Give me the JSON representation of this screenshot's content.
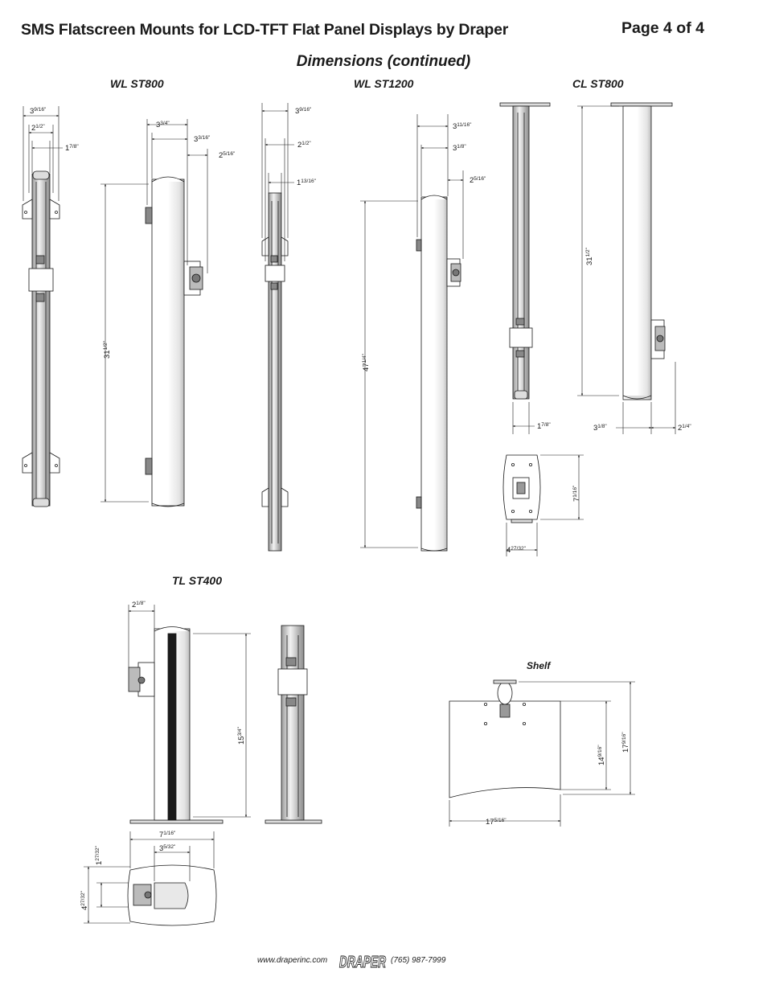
{
  "header": {
    "title": "SMS Flatscreen Mounts for LCD-TFT Flat Panel Displays by Draper",
    "page": "Page 4 of 4",
    "subtitle": "Dimensions (continued)"
  },
  "models": {
    "wl_st800": "WL ST800",
    "wl_st1200": "WL ST1200",
    "cl_st800": "CL ST800",
    "tl_st400": "TL ST400",
    "shelf": "Shelf"
  },
  "dimensions": {
    "wl800_a": {
      "w": "3",
      "f": "9/16\""
    },
    "wl800_b": {
      "w": "2",
      "f": "1/2\""
    },
    "wl800_c": {
      "w": "1",
      "f": "7/8\""
    },
    "wl800_d": {
      "w": "3",
      "f": "3/4\""
    },
    "wl800_e": {
      "w": "3",
      "f": "3/16\""
    },
    "wl800_f": {
      "w": "2",
      "f": "5/16\""
    },
    "wl800_h": {
      "w": "31",
      "f": "1/2\""
    },
    "wl1200_a": {
      "w": "3",
      "f": "9/16\""
    },
    "wl1200_b": {
      "w": "2",
      "f": "1/2\""
    },
    "wl1200_c": {
      "w": "1",
      "f": "13/16\""
    },
    "wl1200_d": {
      "w": "3",
      "f": "11/16\""
    },
    "wl1200_e": {
      "w": "3",
      "f": "1/8\""
    },
    "wl1200_f": {
      "w": "2",
      "f": "5/16\""
    },
    "wl1200_h": {
      "w": "47",
      "f": "1/4\""
    },
    "cl_a": {
      "w": "1",
      "f": "7/8\""
    },
    "cl_b": {
      "w": "3",
      "f": "1/8\""
    },
    "cl_c": {
      "w": "2",
      "f": "1/4\""
    },
    "cl_h": {
      "w": "31",
      "f": "1/2\""
    },
    "cl_plate_h": {
      "w": "7",
      "f": "1/16\""
    },
    "cl_plate_w": {
      "w": "4",
      "f": "27/32\""
    },
    "tl_a": {
      "w": "2",
      "f": "1/8\""
    },
    "tl_h": {
      "w": "15",
      "f": "3/4\""
    },
    "tl_base_w": {
      "w": "7",
      "f": "1/16\""
    },
    "tl_base_c": {
      "w": "3",
      "f": "5/32\""
    },
    "tl_base_h": {
      "w": "4",
      "f": "27/32\""
    },
    "tl_base_d": {
      "w": "1",
      "f": "27/32\""
    },
    "shelf_d1": {
      "w": "14",
      "f": "9/16\""
    },
    "shelf_d2": {
      "w": "17",
      "f": "9/16\""
    },
    "shelf_w": {
      "w": "17",
      "f": "5/16\""
    }
  },
  "footer": {
    "url": "www.draperinc.com",
    "logo": "DRAPER",
    "phone": "(765) 987-7999"
  }
}
